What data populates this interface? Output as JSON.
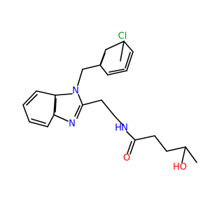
{
  "molecule": {
    "atom_labels": {
      "chlorine": "Cl",
      "ring_nitrogen_top": "N",
      "ring_nitrogen_bottom": "N",
      "amide_nitrogen": "N",
      "amide_nitrogen_h": "H",
      "carbonyl_oxygen": "O",
      "hydroxyl": "HO"
    },
    "colors": {
      "bond": "#000000",
      "nitrogen": "#0000ff",
      "oxygen": "#ff0000",
      "chlorine": "#00a000"
    }
  }
}
